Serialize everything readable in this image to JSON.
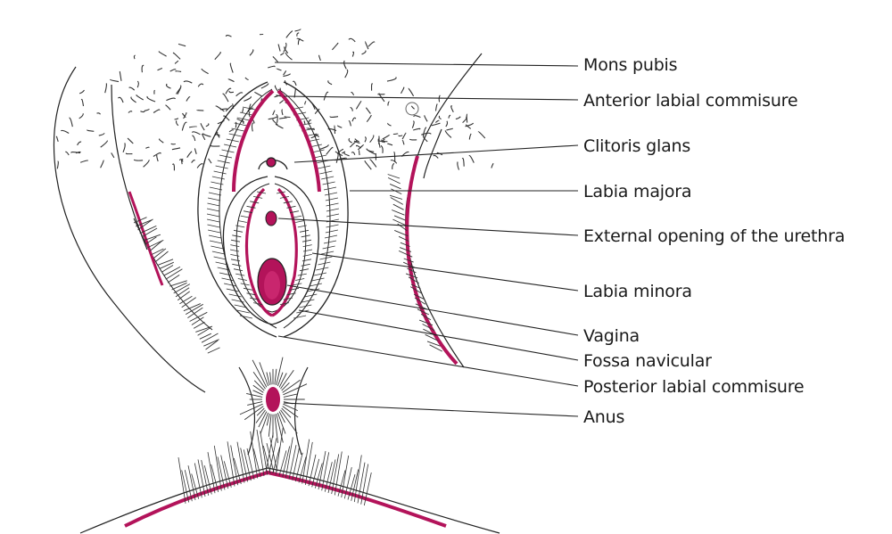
{
  "diagram": {
    "accent_color": "#b3135a",
    "line_color": "#1a1a1a",
    "labels": {
      "mons_pubis": "Mons pubis",
      "anterior_labial_commisure": "Anterior labial commisure",
      "clitoris_glans": "Clitoris glans",
      "labia_majora": "Labia majora",
      "external_opening_urethra": "External opening of the urethra",
      "labia_minora": "Labia minora",
      "vagina": "Vagina",
      "fossa_navicular": "Fossa navicular",
      "posterior_labial_commisure": "Posterior labial commisure",
      "anus": "Anus"
    }
  }
}
